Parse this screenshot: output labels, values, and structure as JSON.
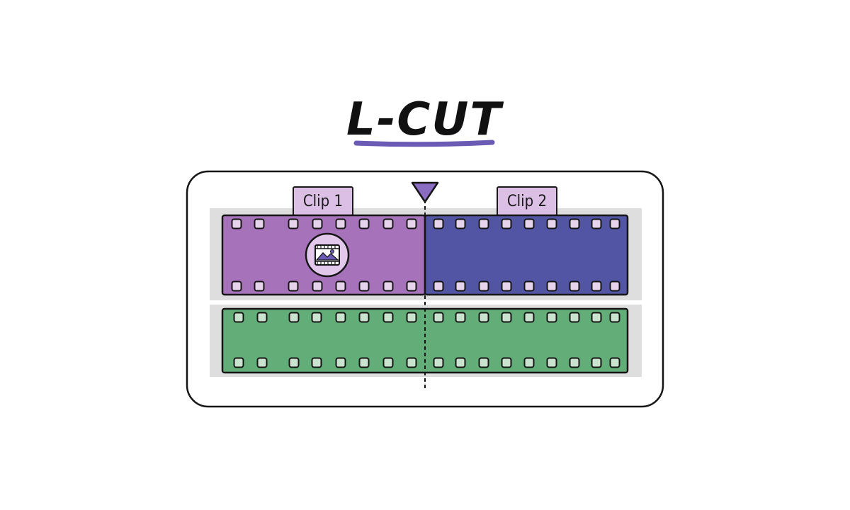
{
  "title": "L-CUT",
  "clips": [
    {
      "label": "Clip 1",
      "color": "#a673ba"
    },
    {
      "label": "Clip 2",
      "color": "#5155a4"
    }
  ],
  "audio_track": {
    "color": "#63ad79"
  },
  "accent_color": "#6b5bb5",
  "icons": {
    "video_clip": "film-image-icon",
    "playhead": "playhead-triangle-icon"
  }
}
